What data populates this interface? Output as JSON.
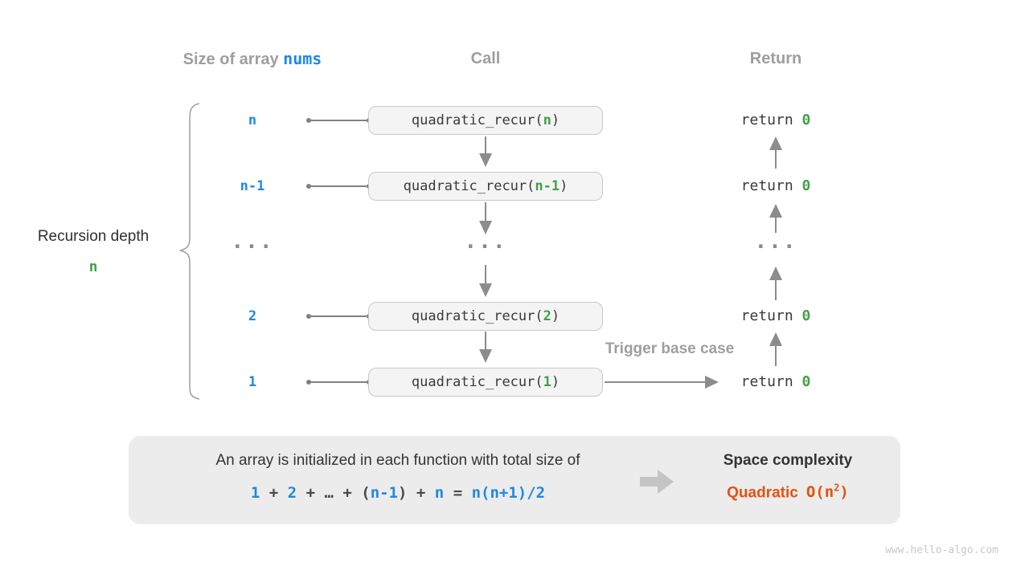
{
  "colors": {
    "blue": "#1E88E5",
    "green": "#43A047",
    "orange": "#E4510E",
    "label_gray": "#9E9E9E",
    "dark": "#3A3A3A",
    "arrow_gray": "#8C8C8C",
    "box_fill": "#F4F4F4",
    "box_border": "#C9C9C9",
    "panel_fill": "#ECECEC",
    "watermark_gray": "#C9C9C9"
  },
  "headers": {
    "size_label": "Size of array ",
    "size_code": "nums",
    "call": "Call",
    "return": "Return"
  },
  "left_label": {
    "line1": "Recursion depth",
    "line2": "n"
  },
  "call_box": {
    "fn_prefix": "quadratic_recur(",
    "fn_suffix": ")"
  },
  "return_keyword": "return ",
  "rows": [
    {
      "size": "n",
      "arg": "n",
      "ret_val": "0"
    },
    {
      "size": "n-1",
      "arg": "n-1",
      "ret_val": "0"
    },
    {
      "size": "2",
      "arg": "2",
      "ret_val": "0"
    },
    {
      "size": "1",
      "arg": "1",
      "ret_val": "0"
    }
  ],
  "ellipsis": "...",
  "trigger_label": "Trigger base case",
  "panel": {
    "line1": "An array is initialized in each function with total size of",
    "formula": [
      "1",
      " + ",
      "2",
      " + ",
      "…",
      " + ",
      "(",
      "n-1",
      ")",
      " + ",
      "n",
      " = ",
      "n(n+1)/2"
    ],
    "result_title": "Space complexity",
    "result_name": "Quadratic",
    "big_o_prefix": "O(n",
    "big_o_exp": "2",
    "big_o_suffix": ")"
  },
  "watermark": "www.hello-algo.com"
}
